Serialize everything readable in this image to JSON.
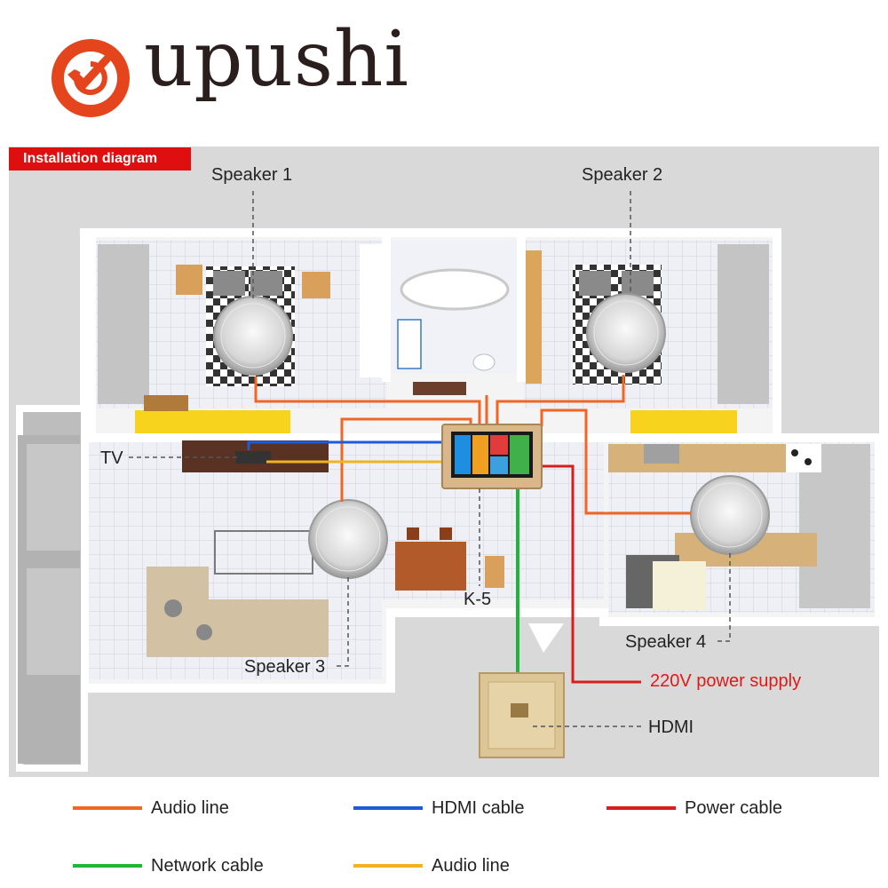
{
  "brand": {
    "name": "upushi",
    "logo_color": "#e4451c"
  },
  "diagram": {
    "tag": "Installation diagram",
    "labels": {
      "speaker1": "Speaker 1",
      "speaker2": "Speaker 2",
      "speaker3": "Speaker 3",
      "speaker4": "Speaker 4",
      "tv": "TV",
      "k5": "K-5",
      "power_supply": "220V power supply",
      "hdmi": "HDMI"
    }
  },
  "legend": [
    {
      "label": "Audio line",
      "color": "#f26522"
    },
    {
      "label": "HDMI cable",
      "color": "#1f5bd8"
    },
    {
      "label": "Power cable",
      "color": "#d71e1e"
    },
    {
      "label": "Network cable",
      "color": "#1fb43a"
    },
    {
      "label": "Audio line",
      "color": "#f0b41e"
    }
  ]
}
